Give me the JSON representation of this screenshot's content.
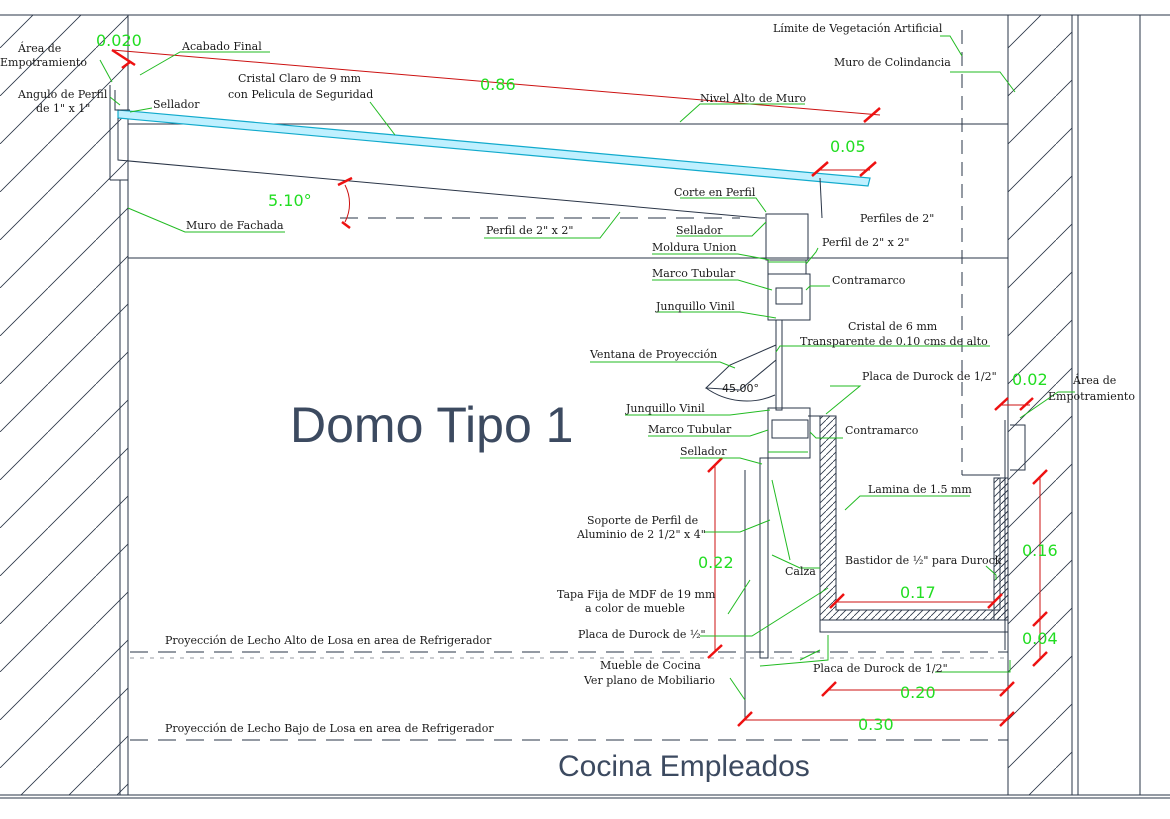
{
  "titles": {
    "main": "Domo Tipo 1",
    "room": "Cocina Empleados"
  },
  "colors": {
    "line": "#2a3547",
    "leader": "#22bb22",
    "dimension_text": "#22dd22",
    "dimension_line": "#cc1111",
    "glass": "#11aacc"
  },
  "labels": {
    "area_empotramiento_left_1": "Área de",
    "area_empotramiento_left_2": "Empotramiento",
    "acabado_final": "Acabado Final",
    "angulo_perfil_1": "Angulo de Perfil",
    "angulo_perfil_2": "de 1\" x 1\"",
    "sellador_top": "Sellador",
    "cristal_claro_1": "Cristal Claro de 9 mm",
    "cristal_claro_2": "con Pelicula de Seguridad",
    "nivel_alto_muro": "Nivel Alto de Muro",
    "limite_vegetacion": "Límite de Vegetación Artificial",
    "muro_colindancia": "Muro de Colindancia",
    "muro_fachada": "Muro de Fachada",
    "perfil_2x2_left": "Perfil  de 2\" x 2\"",
    "corte_perfil": "Corte en Perfil",
    "sellador_mid": "Sellador",
    "perfiles_2": "Perfiles de 2\"",
    "moldura_union": "Moldura Union",
    "perfil_2x2_right": "Perfil  de  2\" x 2\"",
    "marco_tubular_top": "Marco Tubular",
    "contramarco_top": "Contramarco",
    "junquillo_top": "Junquillo Vinil",
    "cristal_6_1": "Cristal de 6 mm",
    "cristal_6_2": "Transparente de 0.10 cms de alto",
    "ventana_proyeccion": "Ventana de Proyección",
    "placa_durock_top": "Placa de Durock de 1/2\"",
    "area_empotramiento_right_1": "Área de",
    "area_empotramiento_right_2": "Empotramiento",
    "junquillo_bottom": "Junquillo Vinil",
    "marco_tubular_bottom": "Marco Tubular",
    "contramarco_bottom": "Contramarco",
    "sellador_bottom": "Sellador",
    "lamina": "Lamina de 1.5 mm",
    "soporte_1": "Soporte de Perfil de",
    "soporte_2": "Aluminio de 2 1/2\" x 4\"",
    "calza": "Calza",
    "bastidor": "Bastidor de ½\" para Durock",
    "tapa_fija_1": "Tapa Fija de MDF de 19 mm",
    "tapa_fija_2": "a color de mueble",
    "placa_durock_mid": "Placa de Durock de ½\"",
    "proyeccion_alto": "Proyección de Lecho Alto de Losa en area de Refrigerador",
    "mueble_1": "Mueble de Cocina",
    "mueble_2": "Ver plano de Mobiliario",
    "placa_durock_bottom": "Placa de Durock de 1/2\"",
    "proyeccion_bajo": "Proyección de Lecho Bajo de Losa en area de Refrigerador"
  },
  "dimensions": {
    "d_020": "0.020",
    "d_086": "0.86",
    "d_005": "0.05",
    "d_angle_slope": "5.10°",
    "d_angle_window": "45.00°",
    "d_002": "0.02",
    "d_022": "0.22",
    "d_016": "0.16",
    "d_017": "0.17",
    "d_004": "0.04",
    "d_020b": "0.20",
    "d_030": "0.30"
  }
}
